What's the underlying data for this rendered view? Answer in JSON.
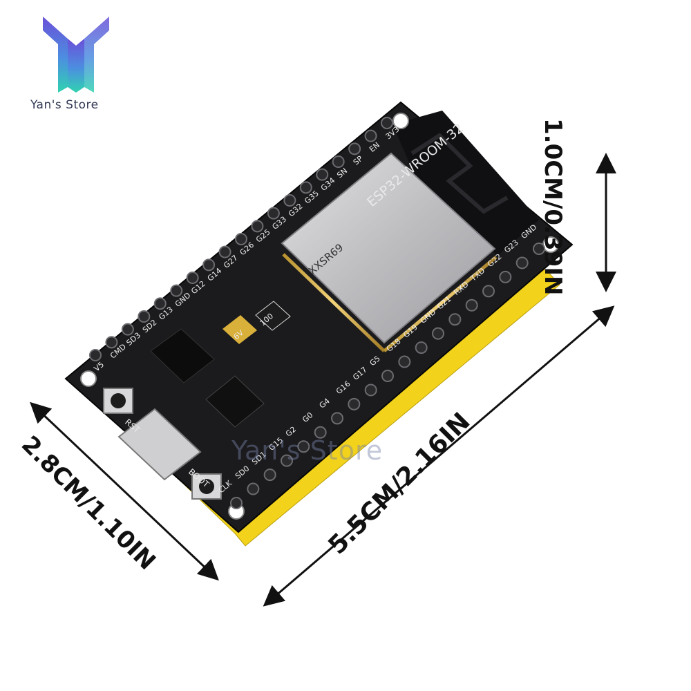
{
  "store": {
    "name": "Yan's Store",
    "watermark": "Yan's Store"
  },
  "dimensions": {
    "height": "1.0CM/0.39IN",
    "length": "5.5CM/2.16IN",
    "width": "2.8CM/1.10IN"
  },
  "board": {
    "module_title": "ESP32-WROOM-32",
    "module_code": "XXSR69",
    "regulator_marking": "6V",
    "cap_marking": "100",
    "rst_label": "RST",
    "boot_label": "BOOT",
    "top_pins": [
      "V5",
      "CMD",
      "SD3",
      "SD2",
      "G13",
      "GND",
      "G12",
      "G14",
      "G27",
      "G26",
      "G25",
      "G33",
      "G32",
      "G35",
      "G34",
      "SN",
      "SP",
      "EN",
      "3V3"
    ],
    "bottom_pins": [
      "CLK",
      "SD0",
      "SD1",
      "G15",
      "G2",
      "G0",
      "G4",
      "G16",
      "G17",
      "G5",
      "G18",
      "G19",
      "GND",
      "G21",
      "RXD",
      "TXD",
      "G22",
      "G23",
      "GND"
    ]
  },
  "colors": {
    "pcb": "#1b1b1d",
    "header_yellow": "#f2d21b",
    "module_shield": "#c9c9cb",
    "logo_top": "#7a4fd4",
    "logo_bottom": "#2fd3b0"
  }
}
